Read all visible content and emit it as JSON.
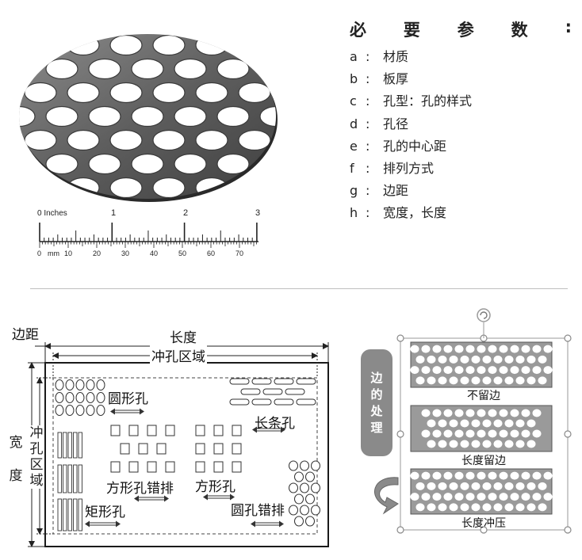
{
  "ruler": {
    "inch_labels": [
      "0 Inches",
      "1",
      "2",
      "3"
    ],
    "mm_labels": [
      "0",
      "mm",
      "10",
      "20",
      "30",
      "40",
      "50",
      "60",
      "70"
    ]
  },
  "params": {
    "heading_chars": [
      "必",
      "要",
      "参",
      "数",
      ":"
    ],
    "items": [
      {
        "key": "a",
        "text": "材质"
      },
      {
        "key": "b",
        "text": "板厚"
      },
      {
        "key": "c",
        "text": "孔型：孔的样式"
      },
      {
        "key": "d",
        "text": "孔径"
      },
      {
        "key": "e",
        "text": "孔的中心距"
      },
      {
        "key": "f",
        "text": "排列方式"
      },
      {
        "key": "g",
        "text": "边距"
      },
      {
        "key": "h",
        "text": "宽度，长度"
      }
    ]
  },
  "diagram": {
    "margin_label": "边距",
    "length_label": "长度",
    "punch_area_label": "冲孔区域",
    "width_label_chars": [
      "宽",
      "度"
    ],
    "punch_area_vertical_chars": [
      "冲",
      "孔",
      "区",
      "域"
    ],
    "round_hole": "圆形孔",
    "slot_hole": "长条孔",
    "square_stagger": "方形孔错排",
    "square_hole": "方形孔",
    "rect_hole": "矩形孔",
    "round_stagger": "圆孔错排"
  },
  "edge": {
    "tab_chars": [
      "边",
      "的",
      "处",
      "理"
    ],
    "captions": [
      "不留边",
      "长度留边",
      "长度冲压"
    ]
  },
  "colors": {
    "metal": "#6f6f6f",
    "panel_fill": "#9a9a9a",
    "tab_fill": "#8a8a8a",
    "frame": "#1a1a1a"
  }
}
